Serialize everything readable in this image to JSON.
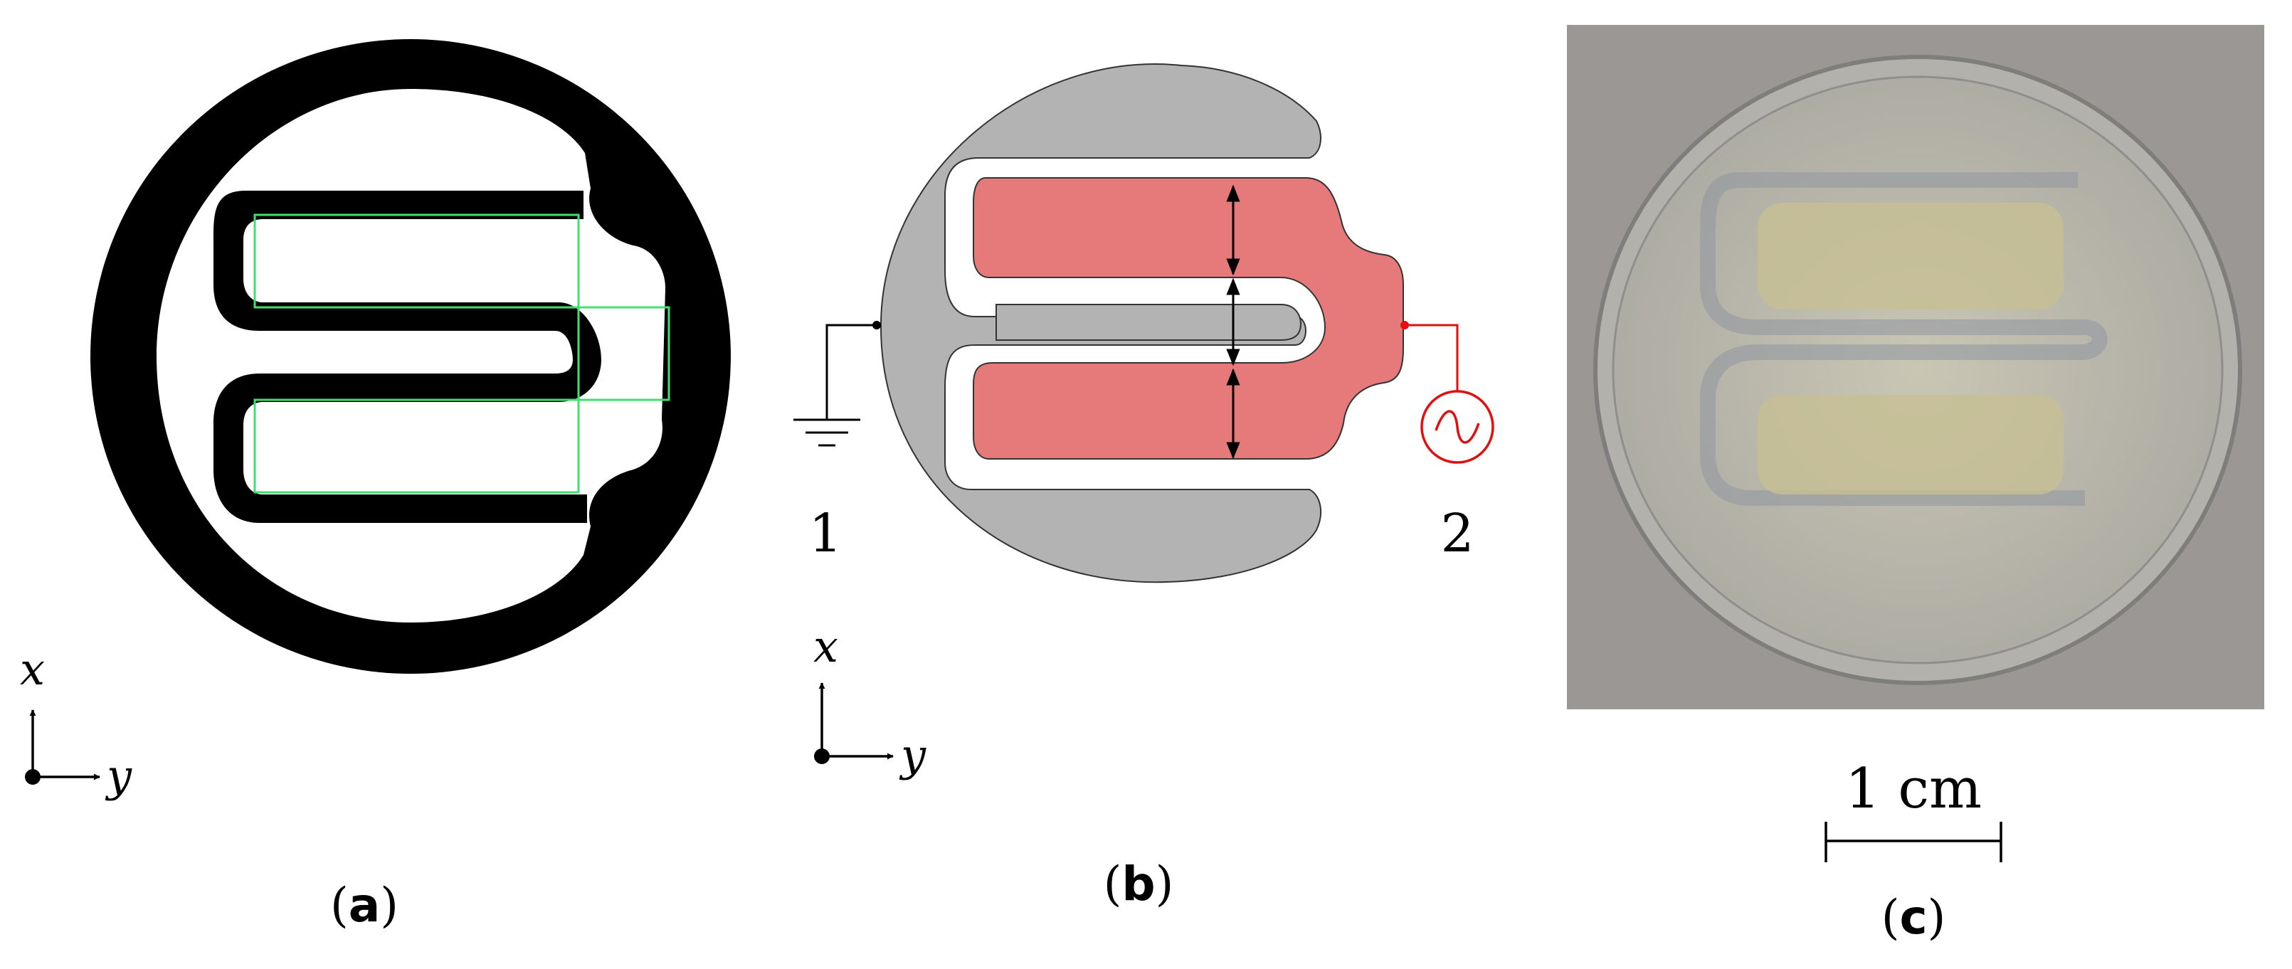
{
  "panels": {
    "a": {
      "label_open": "(",
      "label_letter": "a",
      "label_close": ")"
    },
    "b": {
      "label_open": "(",
      "label_letter": "b",
      "label_close": ")"
    },
    "c": {
      "label_open": "(",
      "label_letter": "c",
      "label_close": ")"
    }
  },
  "axes": {
    "x_label": "x",
    "y_label": "y"
  },
  "terminals": {
    "ground": "1",
    "source": "2"
  },
  "scale_bar": {
    "label": "1 cm"
  },
  "colors": {
    "outline": "#000000",
    "window": "#40e070",
    "ground_fill": "#b3b3b3",
    "driven_fill": "#e67a7a",
    "source_wire": "#e01010",
    "photo_background": "#9a9794"
  },
  "icons": {
    "ground": "ground-symbol-icon",
    "source": "ac-source-icon"
  }
}
